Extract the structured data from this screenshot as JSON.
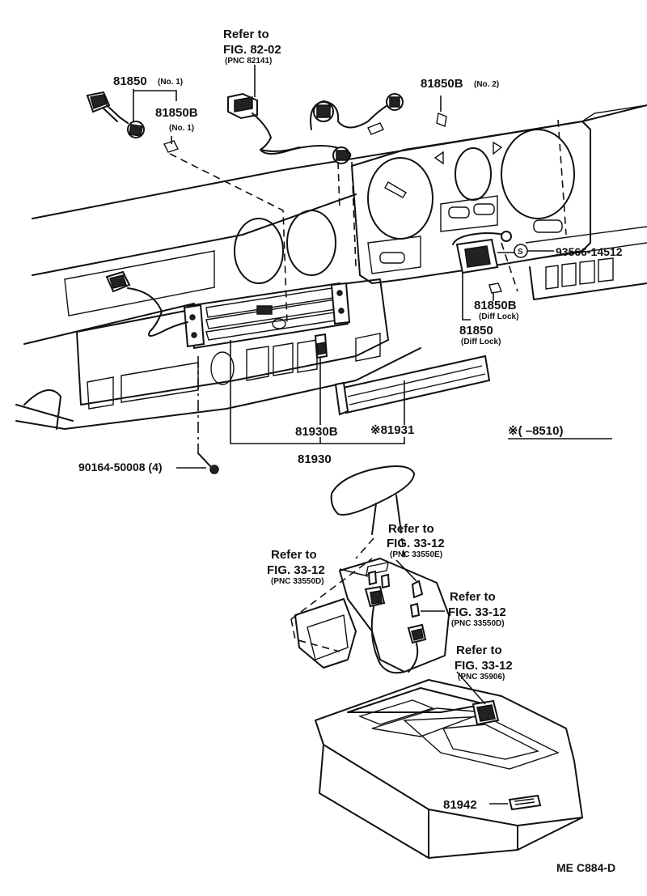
{
  "labels": {
    "refer_fig8202": [
      "Refer to",
      "FIG. 82-02",
      "(PNC 82141)"
    ],
    "p81850_no1": {
      "num": "81850",
      "suffix": "(No. 1)"
    },
    "p81850b_no1": {
      "num": "81850B",
      "suffix": "(No. 1)"
    },
    "p81850b_no2": {
      "num": "81850B",
      "suffix": "(No. 2)"
    },
    "p93566": "93566-14512",
    "p81850b_diff": {
      "num": "81850B",
      "suffix": "(Diff Lock)"
    },
    "p81850_diff": {
      "num": "81850",
      "suffix": "(Diff Lock)"
    },
    "p81930b": "81930B",
    "p81931": "※81931",
    "p81930": "81930",
    "note_range": "※(        –8510)",
    "p90164": "90164-50008 (4)",
    "refer_33550e": [
      "Refer to",
      "FIG. 33-12",
      "(PNC 33550E)"
    ],
    "refer_33550d_left": [
      "Refer to",
      "FIG. 33-12",
      "(PNC 33550D)"
    ],
    "refer_33550d_right": [
      "Refer to",
      "FIG. 33-12",
      "(PNC 33550D)"
    ],
    "refer_35906": [
      "Refer to",
      "FIG. 33-12",
      "(PNC 35906)"
    ],
    "p81942": "81942",
    "catalog_code": "ME  C884-D",
    "s_mark": "S"
  }
}
